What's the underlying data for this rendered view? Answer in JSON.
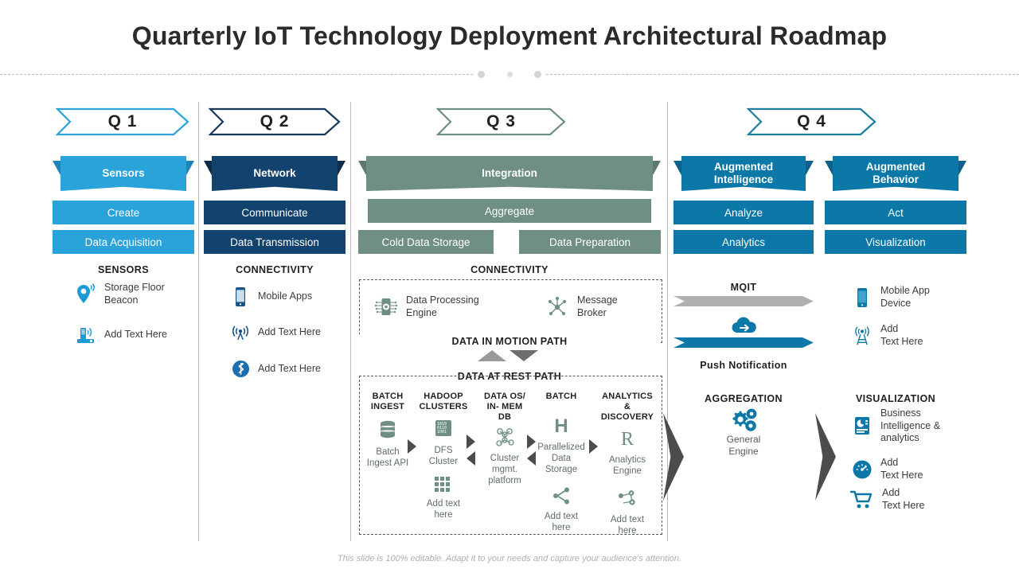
{
  "slide": {
    "title": "Quarterly IoT Technology Deployment Architectural Roadmap",
    "footer": "This slide is 100% editable. Adapt it to your needs and capture your audience's attention."
  },
  "colors": {
    "q1_accent": "#29a3d9",
    "q2_accent": "#12436f",
    "q3_accent": "#6f8f86",
    "q4_accent": "#0c78a8",
    "q1_outline": "#29a3d9",
    "q2_outline": "#16395e",
    "q3_outline": "#6f8f86",
    "q4_outline": "#1b7e9e",
    "arrow_gray": "#4c4c4c",
    "mqit_gray": "#b0b0b0"
  },
  "quarters": [
    {
      "id": "q1",
      "label": "Q 1"
    },
    {
      "id": "q2",
      "label": "Q 2"
    },
    {
      "id": "q3",
      "label": "Q 3"
    },
    {
      "id": "q4",
      "label": "Q 4"
    }
  ],
  "q1": {
    "banner": "Sensors",
    "bars": [
      "Create",
      "Data Acquisition"
    ],
    "caption": "SENSORS",
    "items": [
      {
        "icon": "beacon-pin-icon",
        "text": "Storage Floor\nBeacon",
        "line1": "Storage Floor",
        "line2": "Beacon"
      },
      {
        "icon": "sensor-gateway-icon",
        "text": "Add Text Here",
        "line1": "Add Text Here",
        "line2": ""
      }
    ]
  },
  "q2": {
    "banner": "Network",
    "bars": [
      "Communicate",
      "Data Transmission"
    ],
    "caption": "CONNECTIVITY",
    "items": [
      {
        "icon": "smartphone-icon",
        "line1": "Mobile Apps",
        "line2": ""
      },
      {
        "icon": "wifi-signal-icon",
        "line1": "Add Text Here",
        "line2": ""
      },
      {
        "icon": "bluetooth-icon",
        "line1": "Add Text Here",
        "line2": ""
      }
    ]
  },
  "q3": {
    "banner": "Integration",
    "bar_main": "Aggregate",
    "bars_split": [
      "Cold Data Storage",
      "Data Preparation"
    ],
    "caption": "CONNECTIVITY",
    "connectivity_items": [
      {
        "icon": "data-processing-chip-icon",
        "line1": "Data Processing",
        "line2": "Engine"
      },
      {
        "icon": "message-broker-node-icon",
        "line1": "Message",
        "line2": "Broker"
      }
    ],
    "path_motion_label": "DATA  IN MOTION PATH",
    "path_rest_label": "DATA  AT REST PATH",
    "grid": [
      {
        "header1": "BATCH",
        "header2": "INGEST",
        "icon": "database-stack-icon",
        "caption1": "Batch",
        "caption2": "Ingest API",
        "icon2": "",
        "cap2_1": "",
        "cap2_2": ""
      },
      {
        "header1": "HADOOP",
        "header2": "CLUSTERS",
        "icon": "binary-chip-icon",
        "caption1": "DFS",
        "caption2": "Cluster",
        "icon2": "grid-blocks-icon",
        "cap2_1": "Add text",
        "cap2_2": "here"
      },
      {
        "header1": "DATA OS/",
        "header2": "IN- MEM DB",
        "icon": "molecule-network-icon",
        "caption1": "Cluster",
        "caption2": "mgmt.",
        "caption3": "platform",
        "icon2": "",
        "cap2_1": "",
        "cap2_2": ""
      },
      {
        "header1": "BATCH",
        "header2": "",
        "icon": "hadoop-h-icon",
        "caption1": "Parallelized",
        "caption2": "Data  Storage",
        "icon2": "share-branch-icon",
        "cap2_1": "Add text",
        "cap2_2": "here"
      },
      {
        "header1": "ANALYTICS &",
        "header2": "DISCOVERY",
        "icon": "r-language-icon",
        "caption1": "Analytics",
        "caption2": "Engine",
        "icon2": "nodes-connect-icon",
        "cap2_1": "Add text",
        "cap2_2": "here"
      }
    ]
  },
  "q4": {
    "left": {
      "banner1": "Augmented",
      "banner2": "Intelligence",
      "bars": [
        "Analyze",
        "Analytics"
      ],
      "mqit_label": "MQIT",
      "push_label": "Push Notification",
      "cloud_icon": "cloud-arrow-icon",
      "caption": "AGGREGATION",
      "item": {
        "icon": "gears-icon",
        "line1": "General",
        "line2": "Engine"
      }
    },
    "right": {
      "banner1": "Augmented",
      "banner2": "Behavior",
      "bars": [
        "Act",
        "Visualization"
      ],
      "items_top": [
        {
          "icon": "smartphone-icon",
          "line1": "Mobile App",
          "line2": " Device"
        },
        {
          "icon": "antenna-tower-icon",
          "line1": "Add",
          "line2": "Text Here"
        }
      ],
      "caption": "VISUALIZATION",
      "items_bottom": [
        {
          "icon": "bi-report-icon",
          "line1": "Business",
          "line2": "Intelligence &",
          "line3": "analytics"
        },
        {
          "icon": "gauge-icon",
          "line1": "Add",
          "line2": "Text Here"
        },
        {
          "icon": "shopping-cart-icon",
          "line1": "Add",
          "line2": "Text Here"
        }
      ]
    }
  }
}
